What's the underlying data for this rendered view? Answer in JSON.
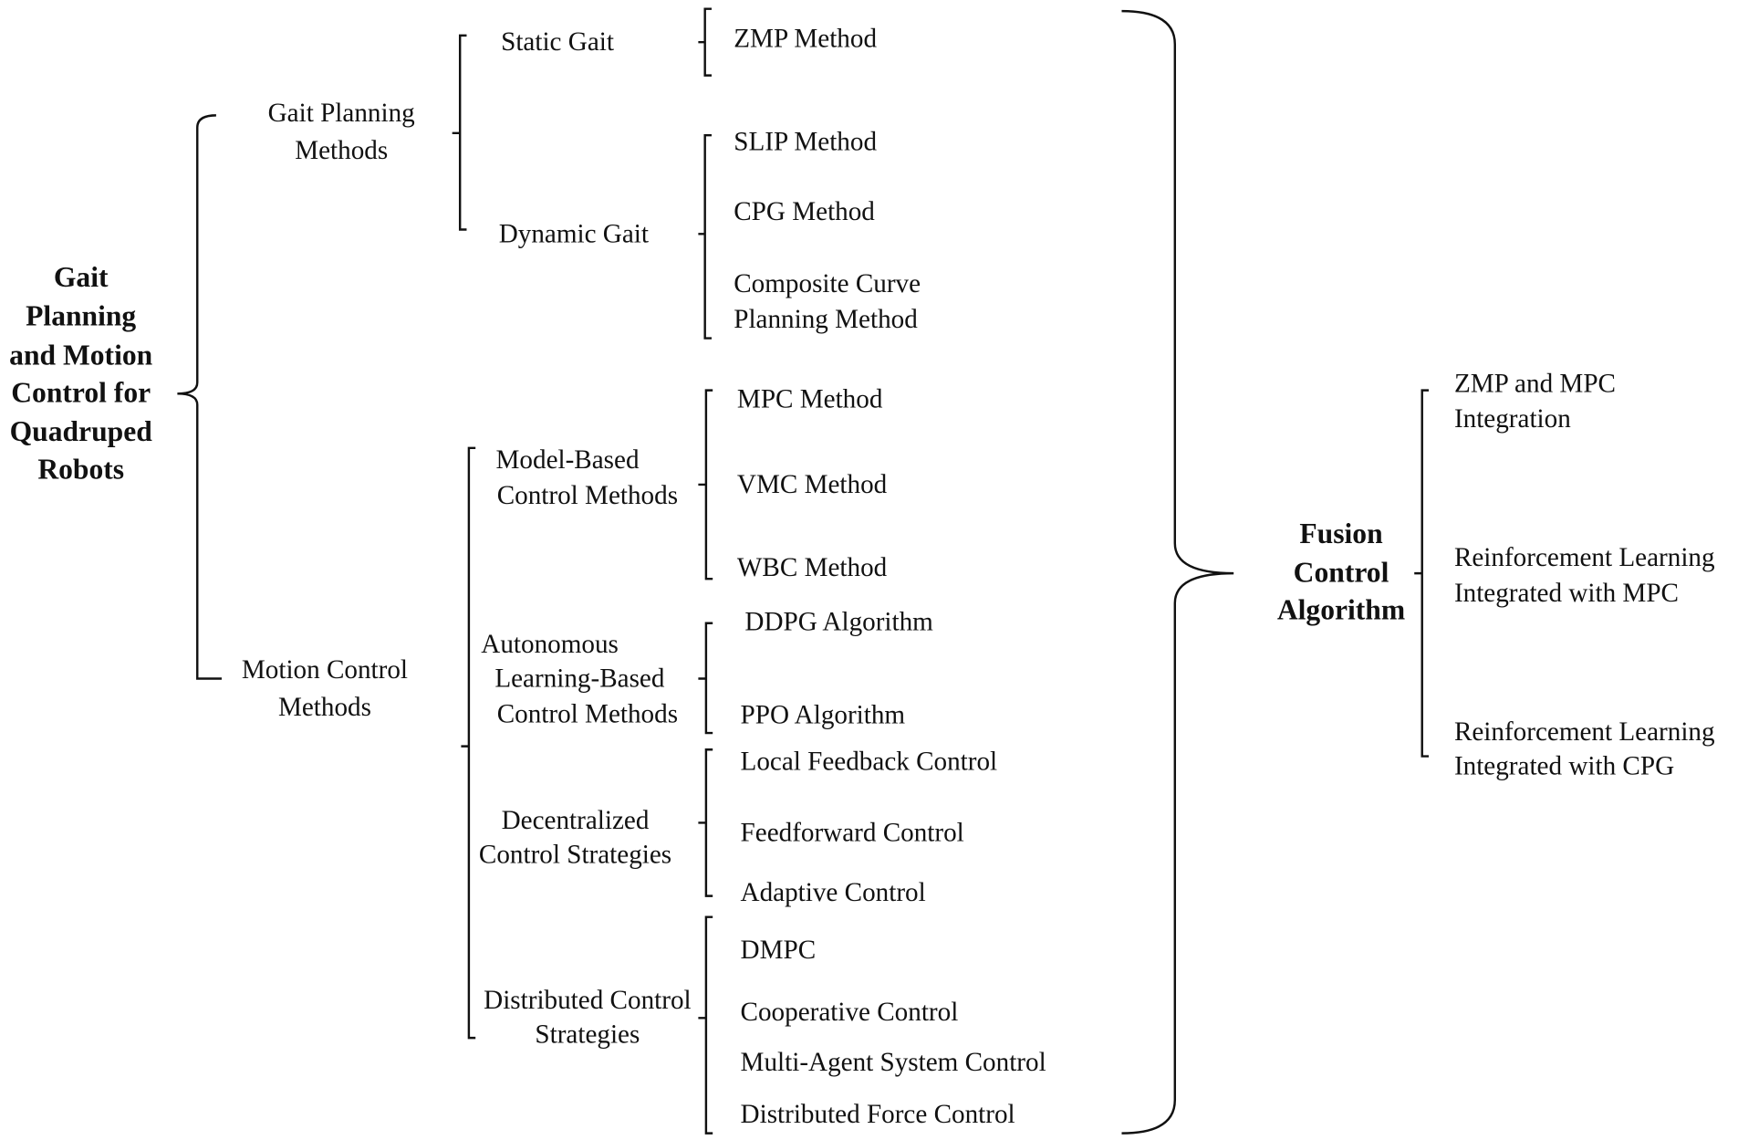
{
  "root": {
    "lines": [
      "Gait",
      "Planning",
      "and Motion",
      "Control for",
      "Quadruped",
      "Robots"
    ]
  },
  "gait_planning": {
    "label": [
      "Gait Planning",
      "Methods"
    ],
    "static": {
      "label": "Static Gait",
      "items": [
        "ZMP Method"
      ]
    },
    "dynamic": {
      "label": "Dynamic Gait",
      "items": [
        "SLIP Method",
        "CPG Method",
        "Composite Curve",
        "Planning Method"
      ]
    }
  },
  "motion_control": {
    "label": [
      "Motion Control",
      "Methods"
    ],
    "model_based": {
      "label": [
        "Model-Based",
        "Control Methods"
      ],
      "items": [
        "MPC Method",
        "VMC Method",
        "WBC Method"
      ]
    },
    "learning": {
      "label": [
        "Autonomous",
        "Learning-Based",
        "Control Methods"
      ],
      "items": [
        "DDPG Algorithm",
        "PPO Algorithm"
      ]
    },
    "decentralized": {
      "label": [
        "Decentralized",
        "Control Strategies"
      ],
      "items": [
        "Local Feedback Control",
        "Feedforward Control",
        "Adaptive Control"
      ]
    },
    "distributed": {
      "label": [
        "Distributed Control",
        "Strategies"
      ],
      "items": [
        "DMPC",
        "Cooperative Control",
        "Multi-Agent System Control",
        "Distributed Force Control"
      ]
    }
  },
  "fusion": {
    "label": [
      "Fusion",
      "Control",
      "Algorithm"
    ],
    "items": [
      [
        "ZMP and MPC",
        "Integration"
      ],
      [
        "Reinforcement Learning",
        "Integrated with MPC"
      ],
      [
        "Reinforcement Learning",
        "Integrated with CPG"
      ]
    ]
  }
}
